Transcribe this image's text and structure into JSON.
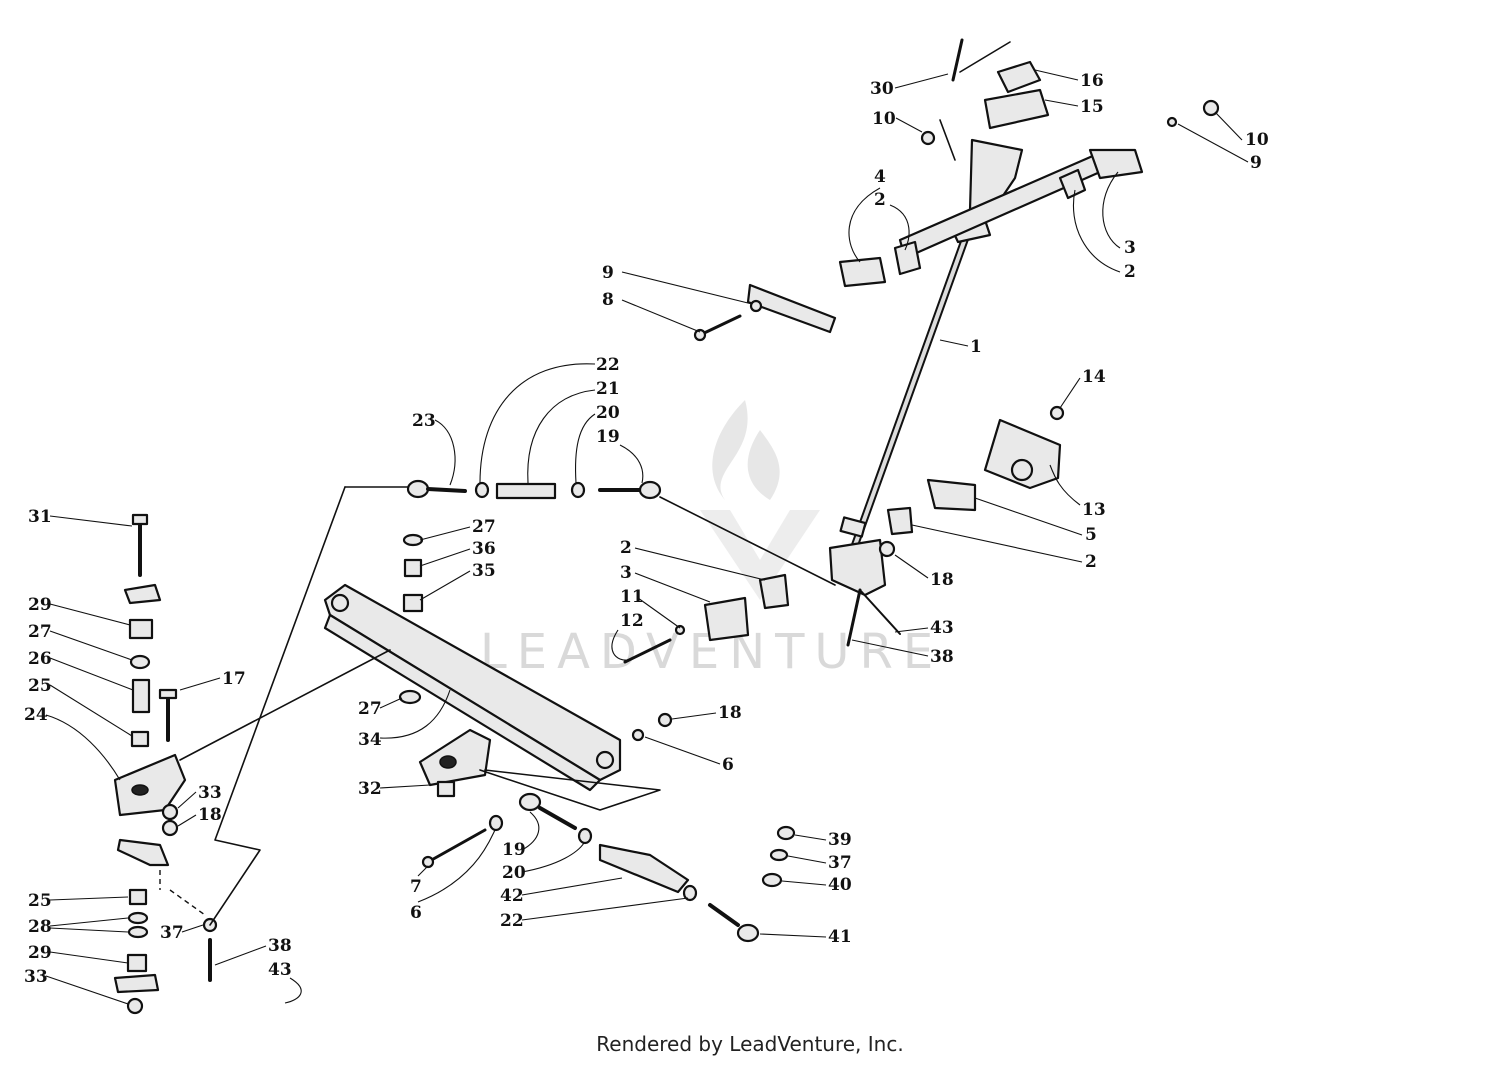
{
  "watermark": "LEADVENTURE",
  "footer": "Rendered by LeadVenture, Inc.",
  "callouts": [
    "30",
    "16",
    "15",
    "10",
    "10",
    "9",
    "4",
    "2",
    "3",
    "2",
    "9",
    "8",
    "1",
    "14",
    "13",
    "5",
    "2",
    "18",
    "22",
    "21",
    "20",
    "19",
    "23",
    "2",
    "3",
    "11",
    "12",
    "43",
    "38",
    "27",
    "36",
    "35",
    "31",
    "29",
    "27",
    "26",
    "25",
    "24",
    "17",
    "33",
    "18",
    "27",
    "34",
    "32",
    "18",
    "6",
    "19",
    "20",
    "7",
    "6",
    "42",
    "22",
    "39",
    "37",
    "40",
    "41",
    "25",
    "28",
    "37",
    "29",
    "38",
    "43",
    "33"
  ]
}
